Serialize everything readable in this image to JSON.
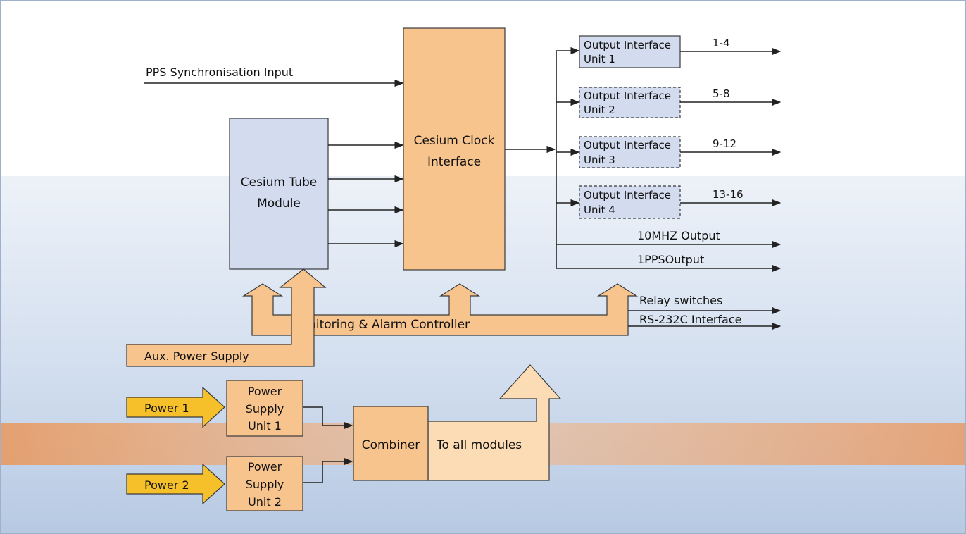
{
  "colors": {
    "block_orange": "#f7c48e",
    "block_blue": "#d3dbee",
    "power_arrow": "#f6c02a",
    "stroke": "#3a3a3a",
    "background": "#ffffff",
    "band_blue": "#c7d5ea",
    "band_orange": "#e8a06a"
  },
  "labels": {
    "pps_input": "PPS Synchronisation Input",
    "cesium_tube_1": "Cesium Tube",
    "cesium_tube_2": "Module",
    "cesium_clock_1": "Cesium Clock",
    "cesium_clock_2": "Interface",
    "monitoring": "Monitoring & Alarm Controller",
    "aux_power": "Aux. Power Supply",
    "power1": "Power 1",
    "power2": "Power 2",
    "psu1_1": "Power",
    "psu1_2": "Supply",
    "psu1_3": "Unit 1",
    "psu2_1": "Power",
    "psu2_2": "Supply",
    "psu2_3": "Unit 2",
    "combiner": "Combiner",
    "to_all": "To all modules",
    "relay": "Relay switches",
    "rs232": "RS-232C Interface",
    "out10mhz": "10MHZ Output",
    "out1pps": "1PPSOutput"
  },
  "output_units": [
    {
      "line1": "Output Interface",
      "line2": "Unit 1",
      "range": "1-4"
    },
    {
      "line1": "Output Interface",
      "line2": "Unit 2",
      "range": "5-8"
    },
    {
      "line1": "Output Interface",
      "line2": "Unit 3",
      "range": "9-12"
    },
    {
      "line1": "Output Interface",
      "line2": "Unit 4",
      "range": "13-16"
    }
  ]
}
